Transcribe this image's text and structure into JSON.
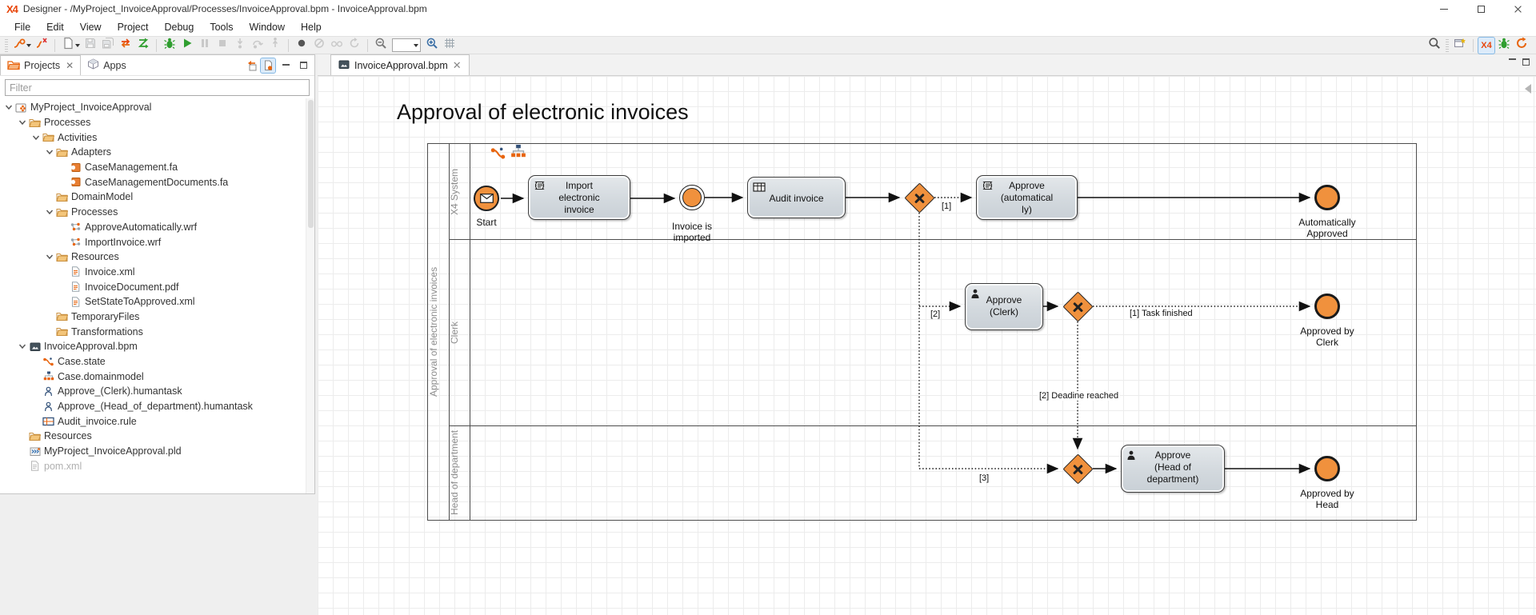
{
  "window": {
    "logo": "X4",
    "title": "Designer - /MyProject_InvoiceApproval/Processes/InvoiceApproval.bpm - InvoiceApproval.bpm"
  },
  "menu": {
    "items": [
      "File",
      "Edit",
      "View",
      "Project",
      "Debug",
      "Tools",
      "Window",
      "Help"
    ]
  },
  "toolbar": {
    "left_items": [
      {
        "handle": true
      },
      {
        "name": "connect",
        "dropdown": true
      },
      {
        "name": "disconnect"
      },
      {
        "sep": true
      },
      {
        "name": "new-file",
        "dropdown": true
      },
      {
        "name": "save",
        "disabled": true
      },
      {
        "name": "save-all",
        "disabled": true
      },
      {
        "name": "deploy"
      },
      {
        "name": "sync"
      },
      {
        "sep": true
      },
      {
        "name": "debug"
      },
      {
        "name": "run"
      },
      {
        "name": "pause",
        "disabled": true
      },
      {
        "name": "stop",
        "disabled": true
      },
      {
        "name": "step-into",
        "disabled": true
      },
      {
        "name": "step-over",
        "disabled": true
      },
      {
        "name": "step-return",
        "disabled": true
      },
      {
        "sep": true
      },
      {
        "name": "record"
      },
      {
        "name": "skip-breakpoints",
        "disabled": true
      },
      {
        "name": "breakpoints",
        "disabled": true
      },
      {
        "name": "resume",
        "disabled": true
      },
      {
        "sep": true
      },
      {
        "name": "zoom-out"
      },
      {
        "name": "zoom-combo"
      },
      {
        "name": "zoom-in"
      },
      {
        "name": "grid"
      }
    ],
    "right_items": [
      {
        "name": "search"
      },
      {
        "handle": true
      },
      {
        "name": "open-perspective"
      },
      {
        "sep": true
      },
      {
        "name": "x4-perspective",
        "selected": true,
        "label": "X4"
      },
      {
        "name": "debug-perspective"
      },
      {
        "name": "refresh"
      }
    ]
  },
  "left_panel": {
    "tabs": [
      {
        "label": "Projects",
        "icon": "folder-tab",
        "closable": true,
        "active": true
      },
      {
        "label": "Apps",
        "icon": "cube",
        "active": false
      }
    ],
    "filter_placeholder": "Filter",
    "tree": [
      {
        "label": "MyProject_InvoiceApproval",
        "icon": "project",
        "level": 0,
        "chevron": true
      },
      {
        "label": "Processes",
        "icon": "folder",
        "level": 1,
        "chevron": true
      },
      {
        "label": "Activities",
        "icon": "folder",
        "level": 2,
        "chevron": true
      },
      {
        "label": "Adapters",
        "icon": "folder",
        "level": 3,
        "chevron": true
      },
      {
        "label": "CaseManagement.fa",
        "icon": "fa",
        "level": 4,
        "chevron": false
      },
      {
        "label": "CaseManagementDocuments.fa",
        "icon": "fa",
        "level": 4,
        "chevron": false
      },
      {
        "label": "DomainModel",
        "icon": "folder",
        "level": 3,
        "chevron": false
      },
      {
        "label": "Processes",
        "icon": "folder",
        "level": 3,
        "chevron": true
      },
      {
        "label": "ApproveAutomatically.wrf",
        "icon": "wrf",
        "level": 4,
        "chevron": false
      },
      {
        "label": "ImportInvoice.wrf",
        "icon": "wrf",
        "level": 4,
        "chevron": false
      },
      {
        "label": "Resources",
        "icon": "folder",
        "level": 3,
        "chevron": true
      },
      {
        "label": "Invoice.xml",
        "icon": "xml",
        "level": 4,
        "chevron": false
      },
      {
        "label": "InvoiceDocument.pdf",
        "icon": "xml",
        "level": 4,
        "chevron": false
      },
      {
        "label": "SetStateToApproved.xml",
        "icon": "xml",
        "level": 4,
        "chevron": false
      },
      {
        "label": "TemporaryFiles",
        "icon": "folder",
        "level": 3,
        "chevron": false
      },
      {
        "label": "Transformations",
        "icon": "folder",
        "level": 3,
        "chevron": false
      },
      {
        "label": "InvoiceApproval.bpm",
        "icon": "bpm",
        "level": 1,
        "chevron": true
      },
      {
        "label": "Case.state",
        "icon": "state",
        "level": 2,
        "chevron": false
      },
      {
        "label": "Case.domainmodel",
        "icon": "domainmodel",
        "level": 2,
        "chevron": false
      },
      {
        "label": "Approve_(Clerk).humantask",
        "icon": "humantask",
        "level": 2,
        "chevron": false
      },
      {
        "label": "Approve_(Head_of_department).humantask",
        "icon": "humantask",
        "level": 2,
        "chevron": false
      },
      {
        "label": "Audit_invoice.rule",
        "icon": "rule",
        "level": 2,
        "chevron": false
      },
      {
        "label": "Resources",
        "icon": "folder",
        "level": 1,
        "chevron": false
      },
      {
        "label": "MyProject_InvoiceApproval.pld",
        "icon": "pld",
        "level": 1,
        "chevron": false
      },
      {
        "label": "pom.xml",
        "icon": "pom",
        "level": 1,
        "chevron": false,
        "muted": true
      }
    ]
  },
  "editor": {
    "tab": {
      "label": "InvoiceApproval.bpm"
    },
    "title": "Approval of electronic invoices"
  },
  "diagram": {
    "pool_label": "Approval of electronic invoices",
    "lanes": [
      {
        "label": "X4 System"
      },
      {
        "label": "Clerk"
      },
      {
        "label": "Head of department"
      }
    ],
    "nodes": {
      "start": {
        "label": "Start"
      },
      "task_import": {
        "label": "Import\nelectronic\ninvoice"
      },
      "event_imported": {
        "label": "Invoice is\nimported"
      },
      "task_audit": {
        "label": "Audit invoice"
      },
      "task_auto": {
        "label": "Approve\n(automatical\nly)"
      },
      "end_auto": {
        "label": "Automatically\nApproved"
      },
      "task_clerk": {
        "label": "Approve\n(Clerk)"
      },
      "end_clerk": {
        "label": "Approved by\nClerk"
      },
      "task_head": {
        "label": "Approve\n(Head of\ndepartment)"
      },
      "end_head": {
        "label": "Approved by\nHead"
      }
    },
    "edge_labels": {
      "to_auto": "[1]",
      "to_clerk": "[2]",
      "to_head": "[3]",
      "task_finished": "[1] Task finished",
      "deadline": "[2] Deadine reached"
    }
  }
}
